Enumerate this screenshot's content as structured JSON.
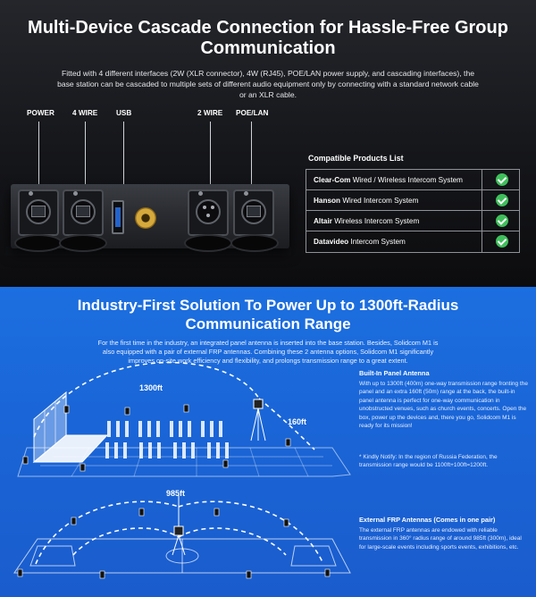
{
  "top": {
    "title": "Multi-Device Cascade Connection for Hassle-Free Group Communication",
    "description": "Fitted with 4 different interfaces (2W (XLR connector), 4W (RJ45), POE/LAN power supply, and cascading interfaces), the base station can be cascaded to multiple sets of different audio equipment only by connecting with a standard network cable or an XLR cable.",
    "port_labels": [
      "POWER",
      "4 WIRE",
      "USB",
      "2 WIRE",
      "POE/LAN"
    ],
    "compatible": {
      "title": "Compatible Products List",
      "rows": [
        {
          "brand": "Clear-Com",
          "desc": "Wired / Wireless Intercom System"
        },
        {
          "brand": "Hanson",
          "desc": "Wired Intercom System"
        },
        {
          "brand": "Altair",
          "desc": "Wireless Intercom System"
        },
        {
          "brand": "Datavideo",
          "desc": "Intercom System"
        }
      ]
    }
  },
  "bottom": {
    "title": "Industry-First Solution To Power Up to 1300ft-Radius Communication Range",
    "description": "For the first time in the industry, an integrated panel antenna is inserted into the base station. Besides, Solidcom M1 is also equipped with a pair of external FRP antennas. Combining these 2 antenna options, Solidcom M1 significantly improves on-site work efficiency and flexibility, and prolongs transmission range to a great extent.",
    "range_front": "1300ft",
    "range_back": "160ft",
    "range_radius": "985ft",
    "panel": {
      "heading": "Built-In Panel Antenna",
      "body": "With up to 1300ft (400m) one-way transmission range fronting the panel and an extra 160ft (50m) range at the back, the built-in panel antenna is perfect for one-way communication in unobstructed venues, such as church events, concerts. Open the box, power up the devices and, there you go, Solidcom M1 is ready for its mission!",
      "note": "* Kindly  Notify: In the region of Russia Federation, the transmission range would be 1100ft+100ft=1200ft."
    },
    "frp": {
      "heading": "External FRP Antennas (Comes in one pair)",
      "body": "The external FRP antennas are endowed with reliable transmission in 360° radius range of around 985ft (300m), ideal for large-scale events including sports events, exhibitions, etc."
    }
  },
  "colors": {
    "check": "#3fbf5b",
    "blue_bg": "#1a66d8",
    "dark_bg": "#1b1c20"
  },
  "icons": [
    "check-icon",
    "rj45-jack-icon",
    "xlr-jack-icon",
    "usb-port-icon",
    "sma-connector-icon",
    "beltpack-icon"
  ]
}
